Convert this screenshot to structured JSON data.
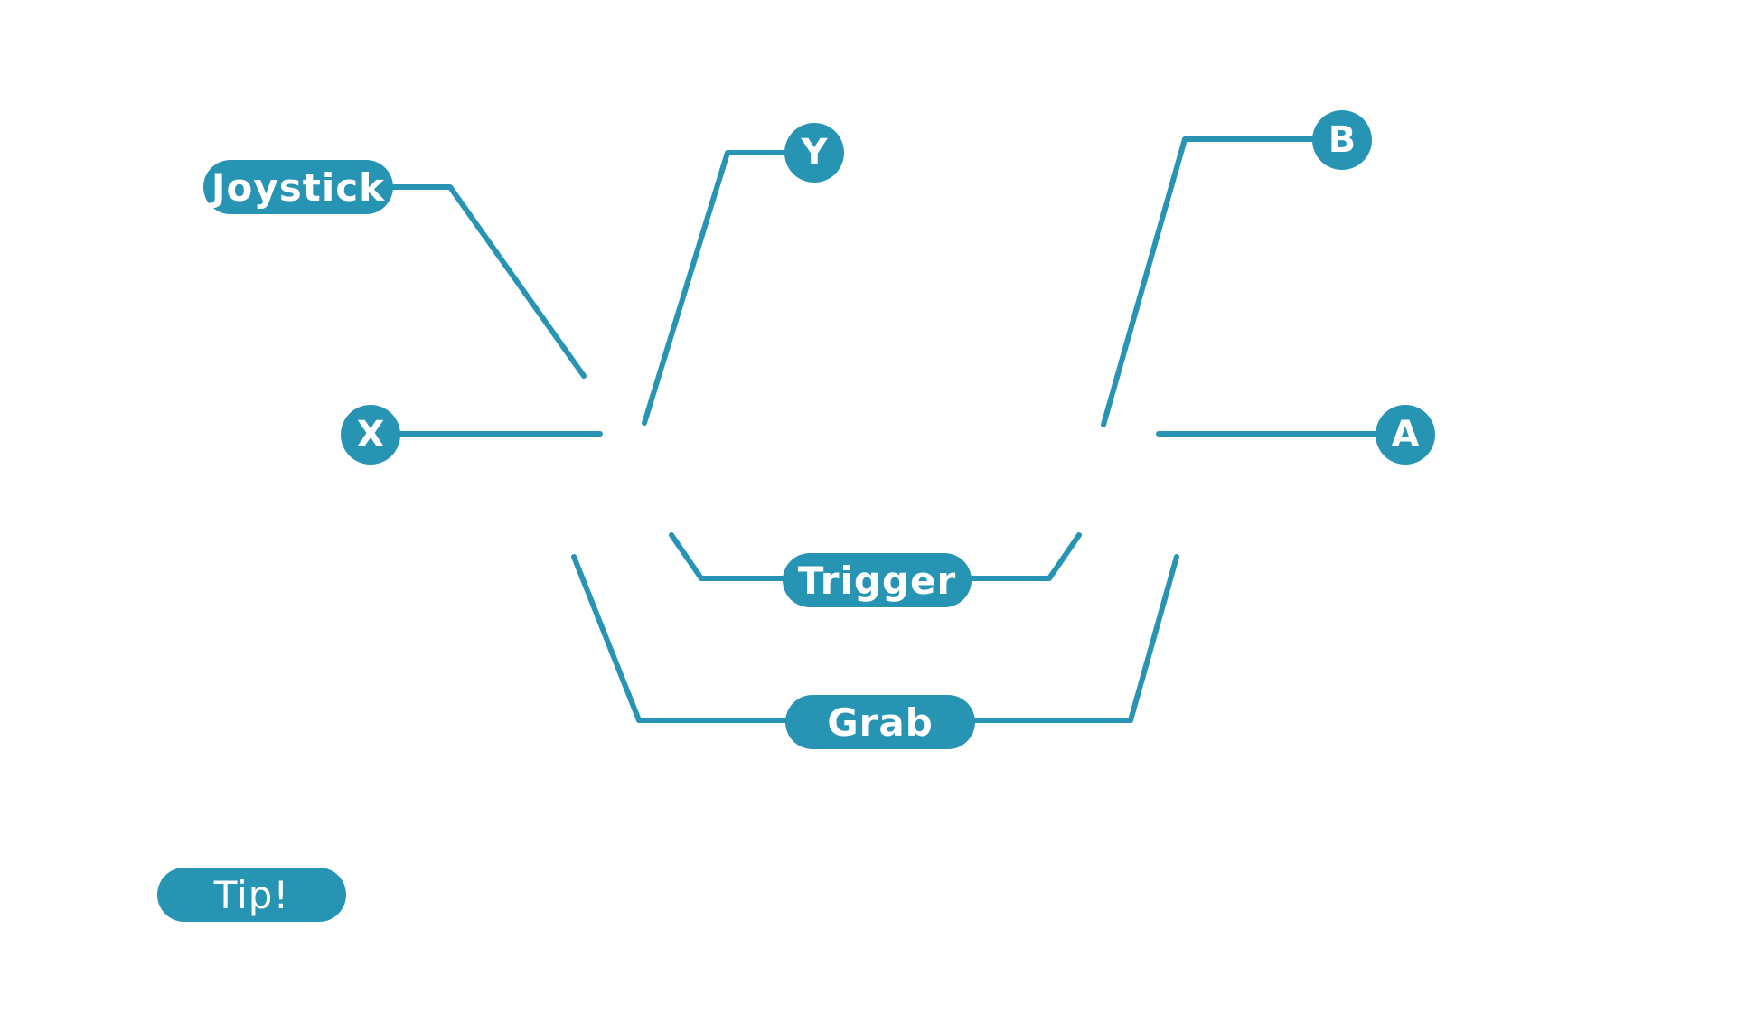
{
  "diagram": {
    "accent_color": "#2894b4",
    "background_color": "#ffffff",
    "labels": {
      "joystick": "Joystick",
      "y": "Y",
      "b": "B",
      "x": "X",
      "a": "A",
      "trigger": "Trigger",
      "grab": "Grab",
      "tip": "Tip!"
    }
  }
}
